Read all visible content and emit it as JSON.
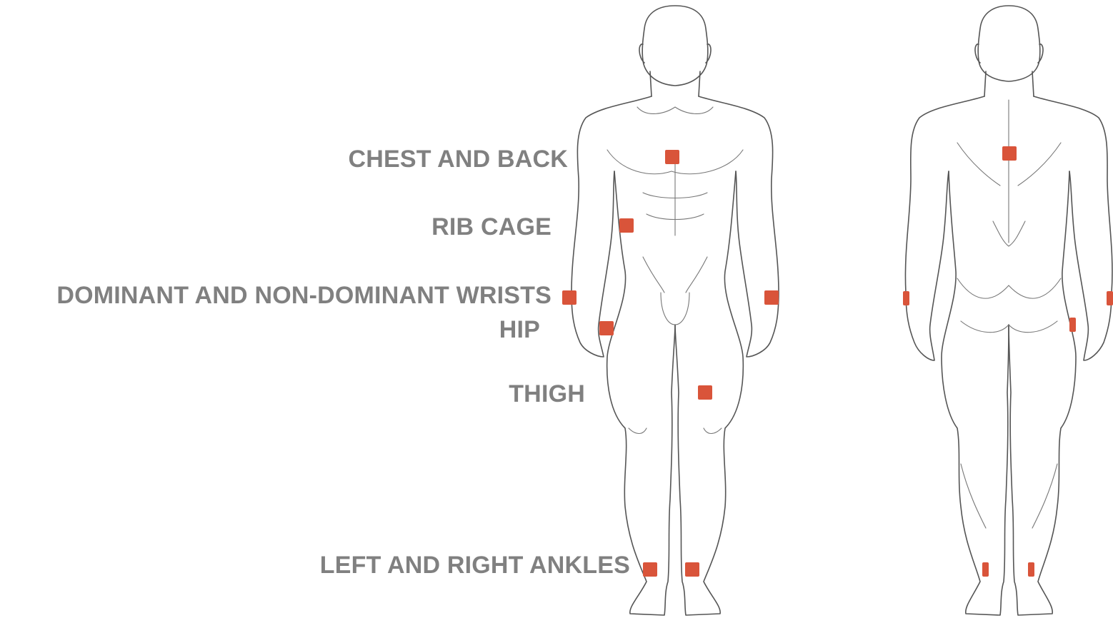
{
  "labels": {
    "chest": "CHEST AND BACK",
    "rib": "RIB CAGE",
    "wrists": "DOMINANT AND NON-DOMINANT WRISTS",
    "hip": "HIP",
    "thigh": "THIGH",
    "ankles": "LEFT AND RIGHT ANKLES"
  },
  "colors": {
    "label_text": "#808080",
    "marker": "#d9543a",
    "outline": "#555555"
  },
  "figures": {
    "front": "front-view-body-outline",
    "back": "back-view-body-outline"
  }
}
